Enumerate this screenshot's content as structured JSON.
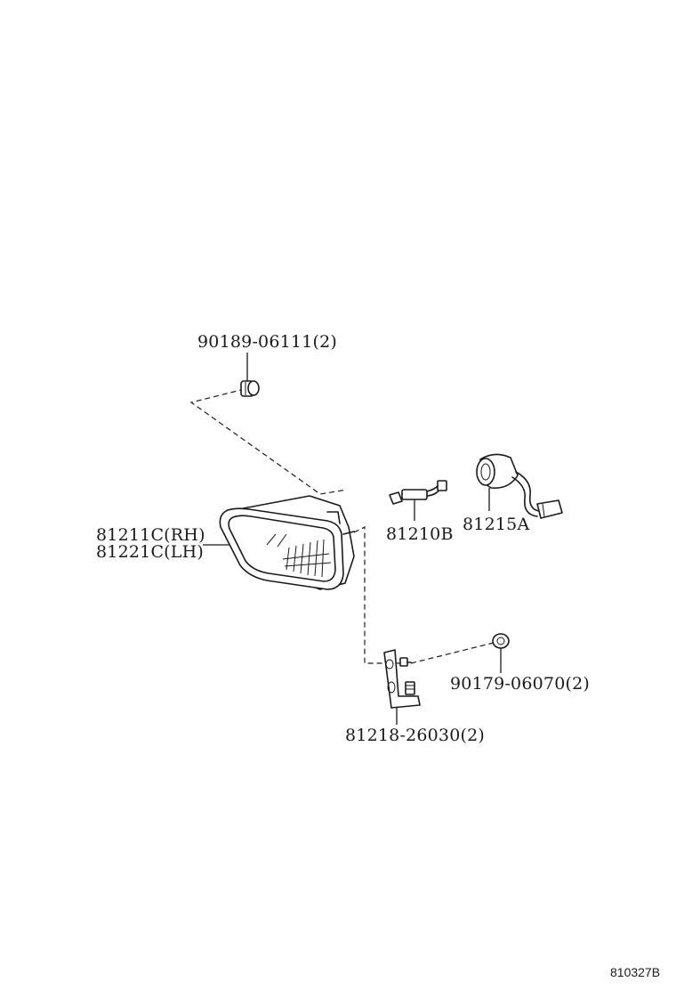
{
  "diagram": {
    "parts": {
      "grommet_top": {
        "label": "90189-06111(2)"
      },
      "fog_lamp": {
        "label_rh": "81211C(RH)",
        "label_lh": "81221C(LH)"
      },
      "bulb": {
        "label": "81210B"
      },
      "socket": {
        "label": "81215A"
      },
      "bracket": {
        "label": "81218-26030(2)"
      },
      "nut": {
        "label": "90179-06070(2)"
      }
    },
    "reference_code": "810327B"
  }
}
